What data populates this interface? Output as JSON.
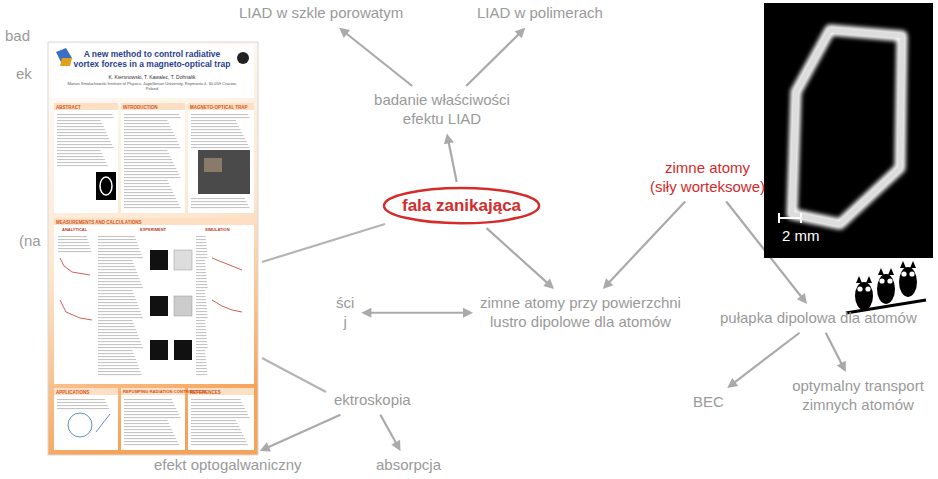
{
  "diagram": {
    "nodes": [
      {
        "text": [
          "LIAD w szkle porowatym"
        ]
      },
      {
        "text": [
          "LIAD w polimerach"
        ]
      },
      {
        "text": [
          "badanie właściwości efektu LIAD"
        ]
      },
      {
        "text": [
          "fala zanikająca"
        ]
      },
      {
        "text": [
          "zimne atomy",
          "(siły worteksowe)"
        ]
      },
      {
        "text": [
          "zimne atomy przy powierzchni",
          "lustro dipolowe dla atomów"
        ]
      },
      {
        "text": [
          "pułapka dipolowa dla atomów"
        ]
      },
      {
        "text": [
          "BEC"
        ]
      },
      {
        "text": [
          "optymalny transport zimnych atomów"
        ]
      },
      {
        "text": [
          "ści",
          "j"
        ]
      },
      {
        "text": [
          "ektroskopia"
        ]
      },
      {
        "text": [
          "efekt optogalwaniczny"
        ]
      },
      {
        "text": [
          "absorpcja"
        ]
      }
    ],
    "edges": [
      {
        "from": 2,
        "to": 0,
        "arrow": "to"
      },
      {
        "from": 2,
        "to": 1,
        "arrow": "to"
      },
      {
        "from": 3,
        "to": 2,
        "arrow": "to"
      },
      {
        "from": 3,
        "to": 5,
        "arrow": "to"
      },
      {
        "from": 4,
        "to": 5,
        "arrow": "to"
      },
      {
        "from": 4,
        "to": 6,
        "arrow": "to"
      },
      {
        "from": 6,
        "to": 7,
        "arrow": "to"
      },
      {
        "from": 6,
        "to": 8,
        "arrow": "to"
      },
      {
        "from": 9,
        "to": 5,
        "arrow": "both"
      },
      {
        "from": 10,
        "to": 11,
        "arrow": "to"
      },
      {
        "from": 10,
        "to": 12,
        "arrow": "to"
      }
    ],
    "labels": [
      "bad",
      "ek",
      "(na",
      "2 mm",
      "A new method to control radiative vortex forces in a magneto-optical trap",
      "K. Kiersnowski, T. Kawalec, T. Dohnalik",
      "Marian Smoluchowski Institute of Physics, Jagiellonian University, Reymonta 4, 30-059 Cracow, Poland",
      "ABSTRACT",
      "INTRODUCTION",
      "MAGNETO-OPTICAL TRAP",
      "MEASUREMENTS AND CALCULATIONS",
      "ANALYTICAL",
      "EXPERIMENT",
      "SIMULATION",
      "APPLICATIONS",
      "REPUMPING RADIATION CONTRIBUTION",
      "REFERENCES"
    ]
  }
}
